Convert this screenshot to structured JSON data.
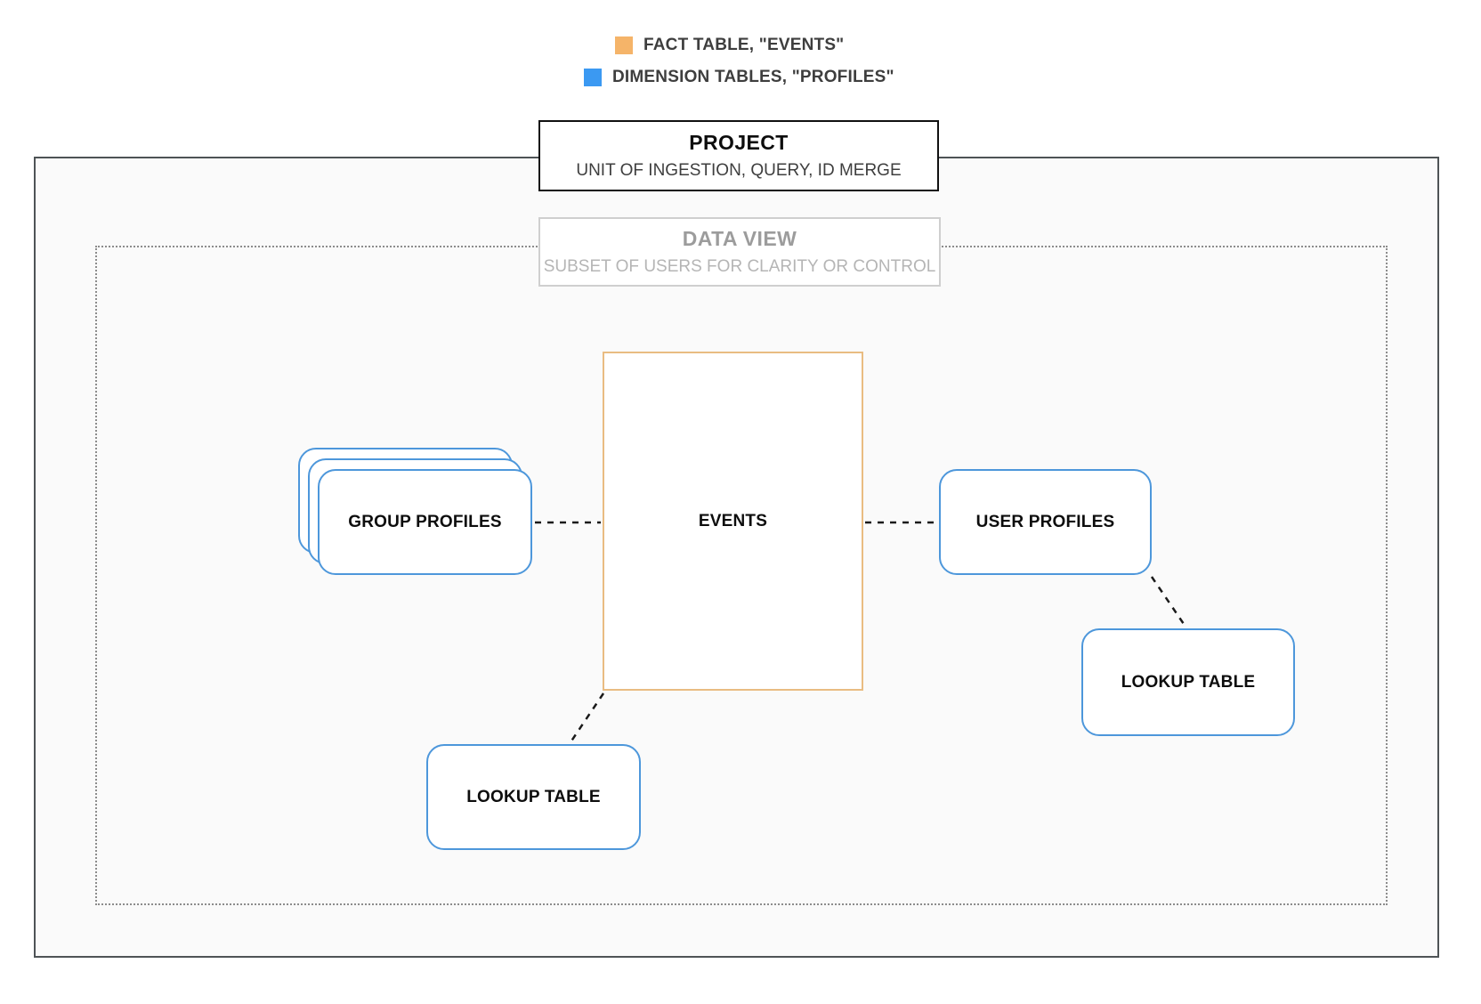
{
  "colors": {
    "fact_swatch": "#F5B469",
    "fact_border": "#E9BC82",
    "dimension_swatch": "#3B99F2",
    "dimension_border": "#4D97DB",
    "connector": "#1A1A1A"
  },
  "legend": {
    "items": [
      {
        "label": "FACT TABLE, \"EVENTS\"",
        "color": "#F5B469",
        "type": "fact"
      },
      {
        "label": "DIMENSION TABLES, \"PROFILES\"",
        "color": "#3B99F2",
        "type": "dimension"
      }
    ]
  },
  "project": {
    "title": "PROJECT",
    "subtitle": "UNIT OF INGESTION, QUERY, ID MERGE"
  },
  "data_view": {
    "title": "DATA VIEW",
    "subtitle": "SUBSET OF USERS FOR CLARITY OR CONTROL"
  },
  "nodes": {
    "events": {
      "label": "EVENTS",
      "type": "fact"
    },
    "group_profiles": {
      "label": "GROUP PROFILES",
      "type": "dimension",
      "stacked": true
    },
    "user_profiles": {
      "label": "USER PROFILES",
      "type": "dimension"
    },
    "lookup_table_bottom": {
      "label": "LOOKUP TABLE",
      "type": "dimension"
    },
    "lookup_table_right": {
      "label": "LOOKUP TABLE",
      "type": "dimension"
    }
  },
  "connections": [
    {
      "from": "group_profiles",
      "to": "events",
      "style": "dashed"
    },
    {
      "from": "events",
      "to": "user_profiles",
      "style": "dashed"
    },
    {
      "from": "user_profiles",
      "to": "lookup_table_right",
      "style": "dashed"
    },
    {
      "from": "events",
      "to": "lookup_table_bottom",
      "style": "dashed"
    }
  ]
}
